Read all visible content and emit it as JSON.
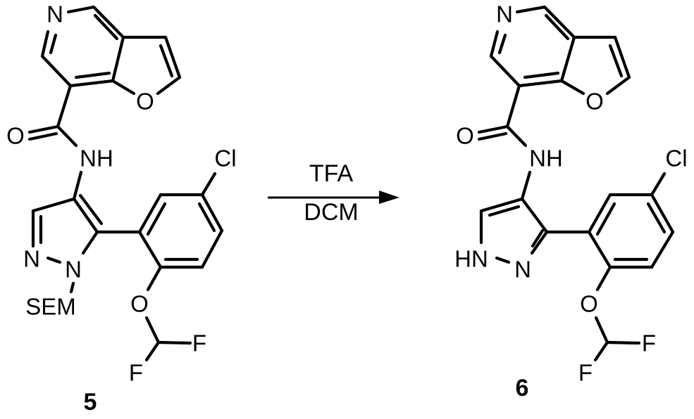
{
  "scheme": {
    "type": "chemical-reaction",
    "reactant": {
      "compound_number": "5",
      "atom_labels": {
        "pyridine_n": "N",
        "furan_o": "O",
        "carbonyl_o": "O",
        "amide_nh": "NH",
        "chloro": "Cl",
        "pyrazole_n2": "N",
        "pyrazole_n1": "N",
        "protecting_group": "SEM",
        "ether_o": "O",
        "fluorine_1": "F",
        "fluorine_2": "F"
      }
    },
    "arrow": {
      "reagent_above": "TFA",
      "reagent_below": "DCM",
      "direction": "right"
    },
    "product": {
      "compound_number": "6",
      "atom_labels": {
        "pyridine_n": "N",
        "furan_o": "O",
        "carbonyl_o": "O",
        "amide_nh": "NH",
        "chloro": "Cl",
        "pyrazole_nh": "HN",
        "pyrazole_n": "N",
        "ether_o": "O",
        "fluorine_1": "F",
        "fluorine_2": "F"
      }
    },
    "colors": {
      "ink": "#000000",
      "background": "#ffffff"
    }
  }
}
